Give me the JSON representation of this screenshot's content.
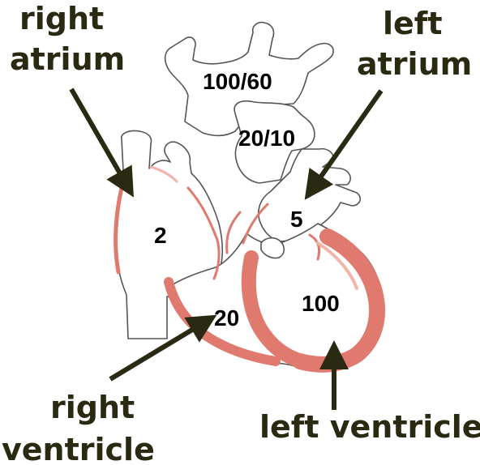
{
  "labels": {
    "right_atrium_line1": "right",
    "right_atrium_line2": "atrium",
    "left_atrium_line1": "left",
    "left_atrium_line2": "atrium",
    "right_ventricle_line1": "right",
    "right_ventricle_line2": "ventricle",
    "left_ventricle": "left ventricle"
  },
  "pressures": {
    "aorta": "100/60",
    "pulmonary_artery": "20/10",
    "right_atrium": "2",
    "left_atrium": "5",
    "right_ventricle": "20",
    "left_ventricle": "100"
  },
  "colors": {
    "muscle": "#e07a6e",
    "muscle_light": "#f2b3a8",
    "arrow": "#2a2a12",
    "outline": "#555555",
    "callout_text": "#2a2a12"
  }
}
